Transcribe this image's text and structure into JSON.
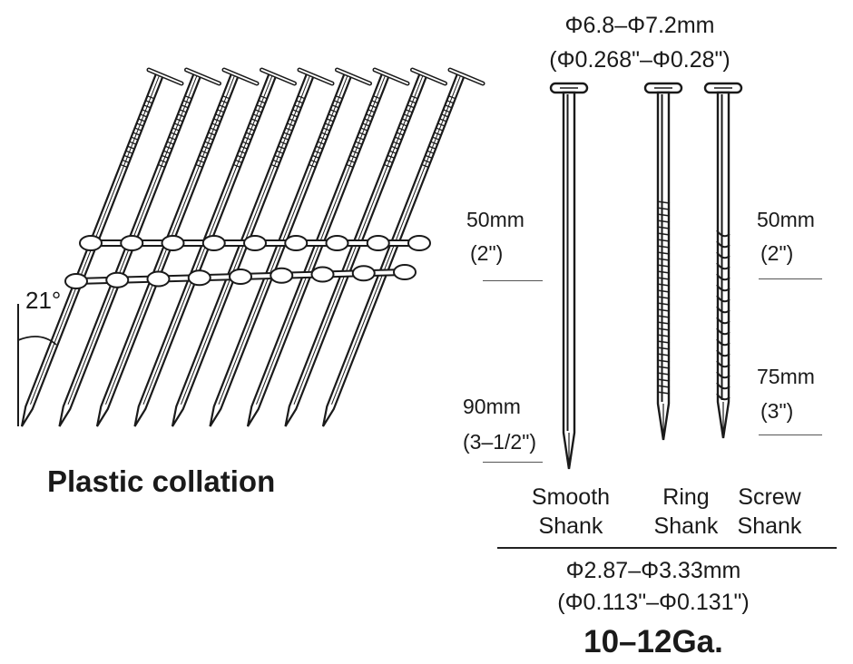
{
  "collation": {
    "title": "Plastic collation",
    "angle": "21°",
    "nail_count": 9
  },
  "head_diameter": {
    "metric": "Φ6.8–Φ7.2mm",
    "imperial": "(Φ0.268\"–Φ0.28\")"
  },
  "lengths": {
    "left_short": {
      "metric": "50mm",
      "imperial": "(2\")"
    },
    "left_long": {
      "metric": "90mm",
      "imperial": "(3–1/2\")"
    },
    "right_short": {
      "metric": "50mm",
      "imperial": "(2\")"
    },
    "right_long": {
      "metric": "75mm",
      "imperial": "(3\")"
    }
  },
  "shanks": [
    {
      "line1": "Smooth",
      "line2": "Shank"
    },
    {
      "line1": "Ring",
      "line2": "Shank"
    },
    {
      "line1": "Screw",
      "line2": "Shank"
    }
  ],
  "shank_diameter": {
    "metric": "Φ2.87–Φ3.33mm",
    "imperial": "(Φ0.113\"–Φ0.131\")"
  },
  "gauge": "10–12Ga.",
  "colors": {
    "ink": "#1a1a1a",
    "background": "#ffffff"
  }
}
